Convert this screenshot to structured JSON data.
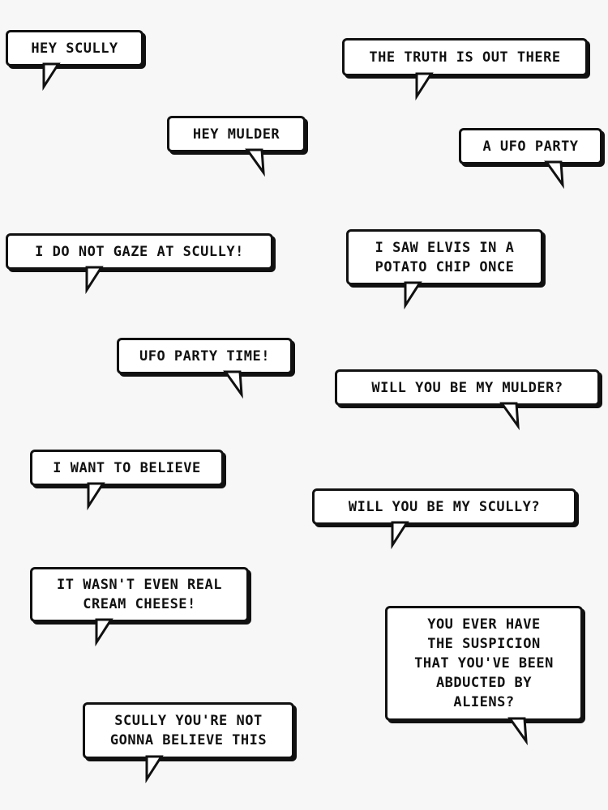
{
  "bubbles": [
    {
      "text": "HEY SCULLY"
    },
    {
      "text": "THE TRUTH IS OUT THERE"
    },
    {
      "text": "HEY MULDER"
    },
    {
      "text": "A UFO PARTY"
    },
    {
      "text": "I DO NOT GAZE AT SCULLY!"
    },
    {
      "text": "I SAW ELVIS IN A\nPOTATO CHIP ONCE"
    },
    {
      "text": "UFO PARTY TIME!"
    },
    {
      "text": "WILL YOU BE MY MULDER?"
    },
    {
      "text": "I WANT TO BELIEVE"
    },
    {
      "text": "WILL YOU BE MY SCULLY?"
    },
    {
      "text": "IT WASN'T EVEN REAL\nCREAM CHEESE!"
    },
    {
      "text": "YOU EVER HAVE\nTHE SUSPICION\nTHAT YOU'VE BEEN\nABDUCTED BY\nALIENS?"
    },
    {
      "text": "SCULLY YOU'RE NOT\nGONNA BELIEVE THIS"
    }
  ]
}
